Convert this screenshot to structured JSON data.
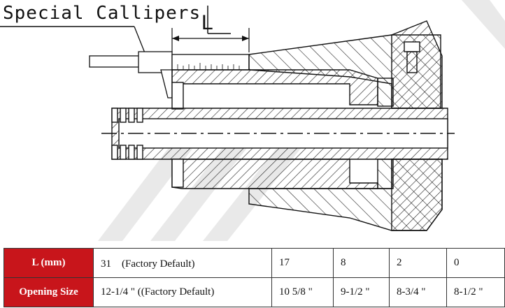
{
  "caption": "Special Callipers",
  "dimension_label": "L",
  "table": {
    "row_headers": [
      "L (mm)",
      "Opening Size"
    ],
    "rows": [
      [
        "31　(Factory Default)",
        "17",
        "8",
        "2",
        "0"
      ],
      [
        "12-1/4 \"  ((Factory Default)",
        "10 5/8 \"",
        "9-1/2 \"",
        "8-3/4 \"",
        "8-1/2 \""
      ]
    ]
  },
  "colors": {
    "header_bg": "#c8151b",
    "header_text": "#ffffff",
    "line": "#111111"
  }
}
